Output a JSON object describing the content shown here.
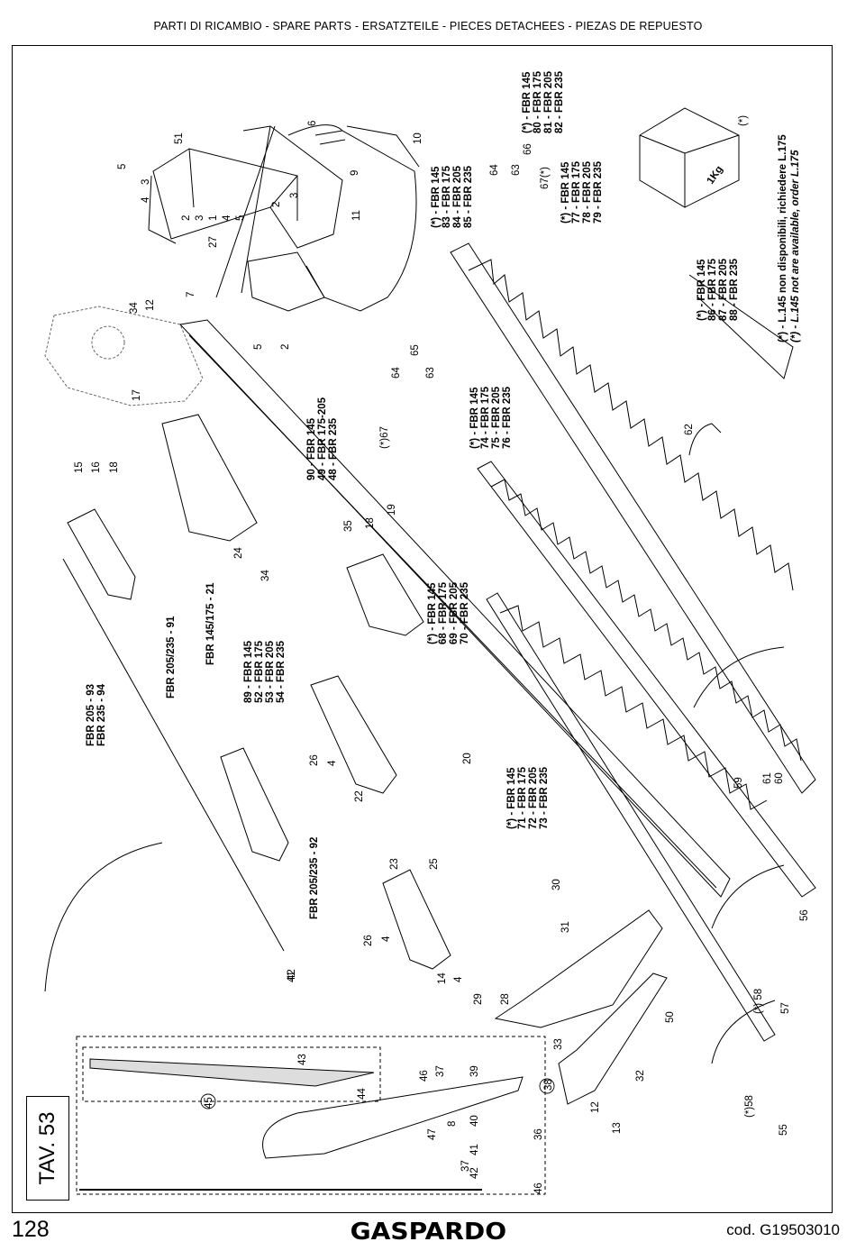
{
  "header": {
    "title": "PARTI DI RICAMBIO - SPARE PARTS - ERSATZTEILE - PIECES DETACHEES - PIEZAS DE REPUESTO"
  },
  "footer": {
    "page_number": "128",
    "brand": "GASPARDO",
    "code": "cod.   G19503010"
  },
  "table": {
    "label": "TAV. 53"
  },
  "notes": {
    "it": "(*) - L.145 non disponibili, richiedere L.175",
    "en": "(*) - L.145 not are available, order L.175",
    "bag": "1Kg",
    "bag_star": "(*)"
  },
  "groups": {
    "g1": [
      "(*) - FBR 145",
      "80 - FBR 175",
      "81 - FBR 205",
      "82 - FBR 235"
    ],
    "g2": [
      "(*) - FBR 145",
      "77 - FBR 175",
      "78 - FBR 205",
      "79 - FBR 235"
    ],
    "g3": [
      "(*) - FBR 145",
      "83 - FBR 175",
      "84 - FBR 205",
      "85 - FBR 235"
    ],
    "g4": [
      "(*) - FBR 145",
      "86 - FBR 175",
      "87 - FBR 205",
      "88 - FBR 235"
    ],
    "g5": [
      "(*) - FBR 145",
      "74 - FBR 175",
      "75 - FBR 205",
      "76 - FBR 235"
    ],
    "g6": [
      "90 - FBR 145",
      "49 - FBR 175-205",
      "48 - FBR 235"
    ],
    "g7": [
      "(*) - FBR 145",
      "68 - FBR 175",
      "69 - FBR 205",
      "70 - FBR 235"
    ],
    "g8": [
      "89 - FBR 145",
      "52 - FBR 175",
      "53 - FBR 205",
      "54 - FBR 235"
    ],
    "g9": [
      "(*) - FBR 145",
      "71 - FBR 175",
      "72 - FBR 205",
      "73 - FBR 235"
    ],
    "g10": [
      "FBR 205 - 93",
      "FBR 235 - 94"
    ],
    "g11": "FBR 205/235 - 91",
    "g12": "FBR 205/235 - 92",
    "g13": "FBR 145/175 - 21"
  },
  "callouts": {
    "c1": "1",
    "c2": "2",
    "c3": "3",
    "c4": "4",
    "c5": "5",
    "c6": "6",
    "c7": "7",
    "c8": "8",
    "c9": "9",
    "c10": "10",
    "c11": "11",
    "c12": "12",
    "c13": "13",
    "c14": "14",
    "c15": "15",
    "c16": "16",
    "c17": "17",
    "c18": "18",
    "c19": "19",
    "c20": "20",
    "c22": "22",
    "c23": "23",
    "c24": "24",
    "c25": "25",
    "c26": "26",
    "c27": "27",
    "c28": "28",
    "c29": "29",
    "c30": "30",
    "c31": "31",
    "c32": "32",
    "c33": "33",
    "c34": "34",
    "c35": "35",
    "c36": "36",
    "c37": "37",
    "c38": "38",
    "c39": "39",
    "c40": "40",
    "c41": "41",
    "c42": "42",
    "c43": "43",
    "c44": "44",
    "c45": "45",
    "c46": "46",
    "c47": "47",
    "c50": "50",
    "c51": "51",
    "c55": "55",
    "c56": "56",
    "c57": "57",
    "c58": "(*) 58",
    "c58b": "(*)58",
    "c59": "59",
    "c60": "60",
    "c61": "61",
    "c62": "62",
    "c63": "63",
    "c64": "64",
    "c65": "65",
    "c66": "66",
    "c67": "67(*)",
    "c67b": "(*)67"
  }
}
